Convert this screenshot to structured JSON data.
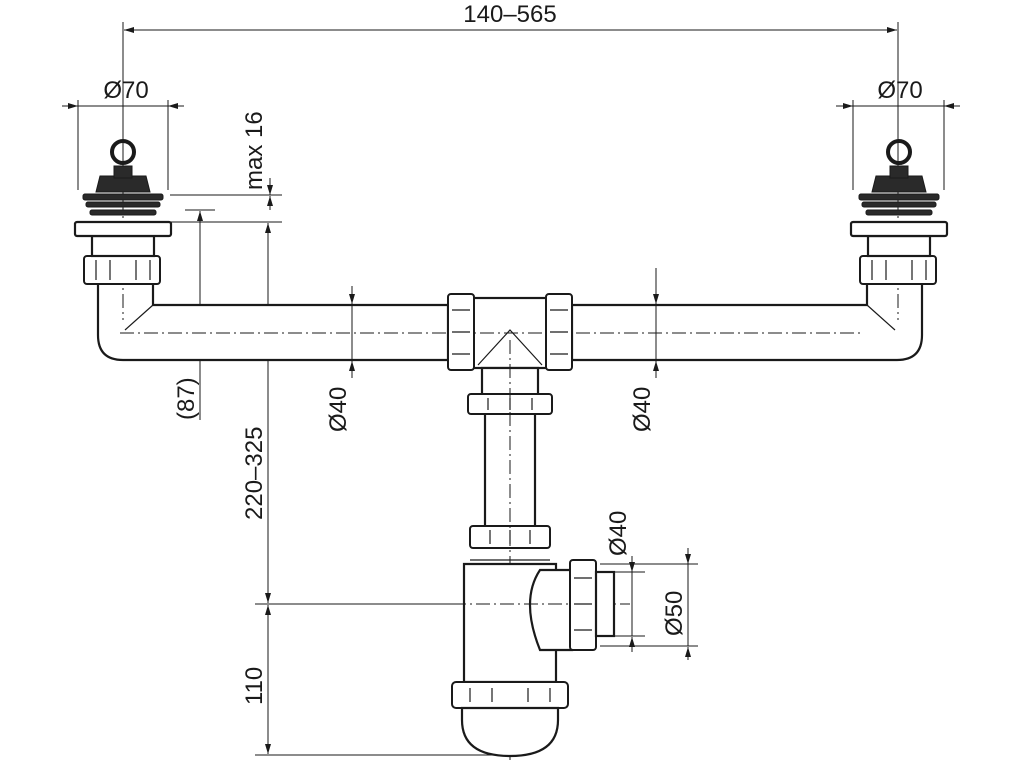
{
  "dimensions": {
    "width_range": "140–565",
    "outlet_left": "Ø70",
    "outlet_right": "Ø70",
    "flange_max": "max 16",
    "pipe_offset": "(87)",
    "pipe_left": "Ø40",
    "pipe_right": "Ø40",
    "height_range": "220–325",
    "trap_depth": "110",
    "side_outlet_inner": "Ø40",
    "side_outlet_outer": "Ø50"
  },
  "colors": {
    "line": "#1a1a1a",
    "background": "#ffffff"
  }
}
